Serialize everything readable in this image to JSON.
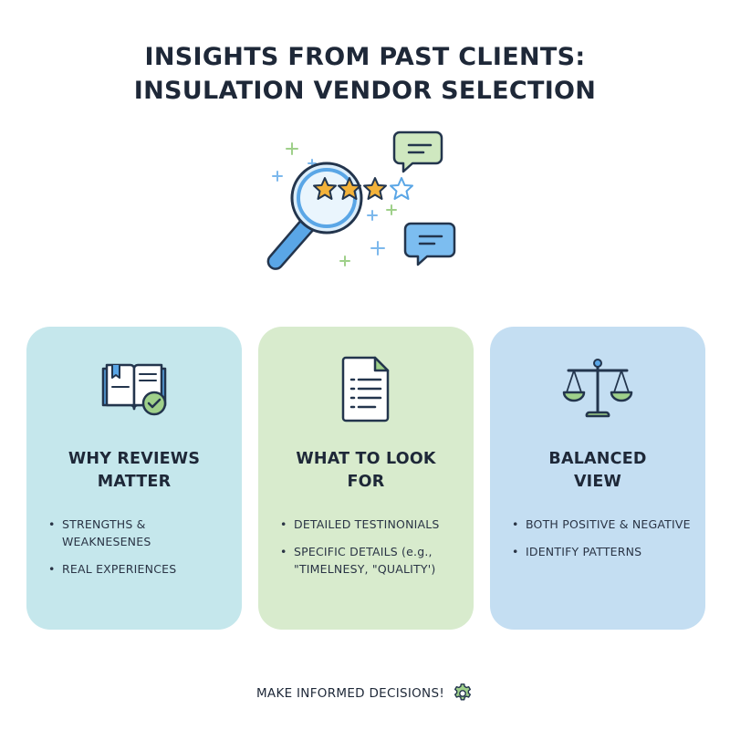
{
  "title": {
    "line1": "INSIGHTS FROM PAST CLIENTS:",
    "line2": "INSULATION VENDOR SELECTION"
  },
  "hero": {
    "icons": [
      "magnifying-glass-icon",
      "star-icon",
      "chat-bubble-icon",
      "sparkle-icon"
    ],
    "stars_filled": 3,
    "stars_total": 4
  },
  "cards": [
    {
      "icon": "open-book-check-icon",
      "heading_line1": "WHY REVIEWS",
      "heading_line2": "MATTER",
      "bullets": [
        "STRENGTHS & WEAKNESENES",
        "REAL EXPERIENCES"
      ],
      "color": "#c5e7ec"
    },
    {
      "icon": "document-list-icon",
      "heading_line1": "WHAT TO LOOK",
      "heading_line2": "FOR",
      "bullets": [
        "DETAILED TESTINONIALS",
        "SPECIFIC DETAILS (e.g., \"TIMELNESY, \"QUALITY')"
      ],
      "color": "#d8ebcd"
    },
    {
      "icon": "balance-scale-icon",
      "heading_line1": "BALANCED",
      "heading_line2": "VIEW",
      "bullets": [
        "BOTH POSITIVE & NEGATIVE",
        "IDENTIFY PATTERNS"
      ],
      "color": "#c4def2"
    }
  ],
  "footer": {
    "text": "MAKE INFORMED DECISIONS!",
    "icon": "gear-icon"
  },
  "colors": {
    "text": "#1e2838",
    "blue": "#5aa6e6",
    "green": "#9fd08a",
    "star": "#f3b23a",
    "outline": "#23354d"
  }
}
